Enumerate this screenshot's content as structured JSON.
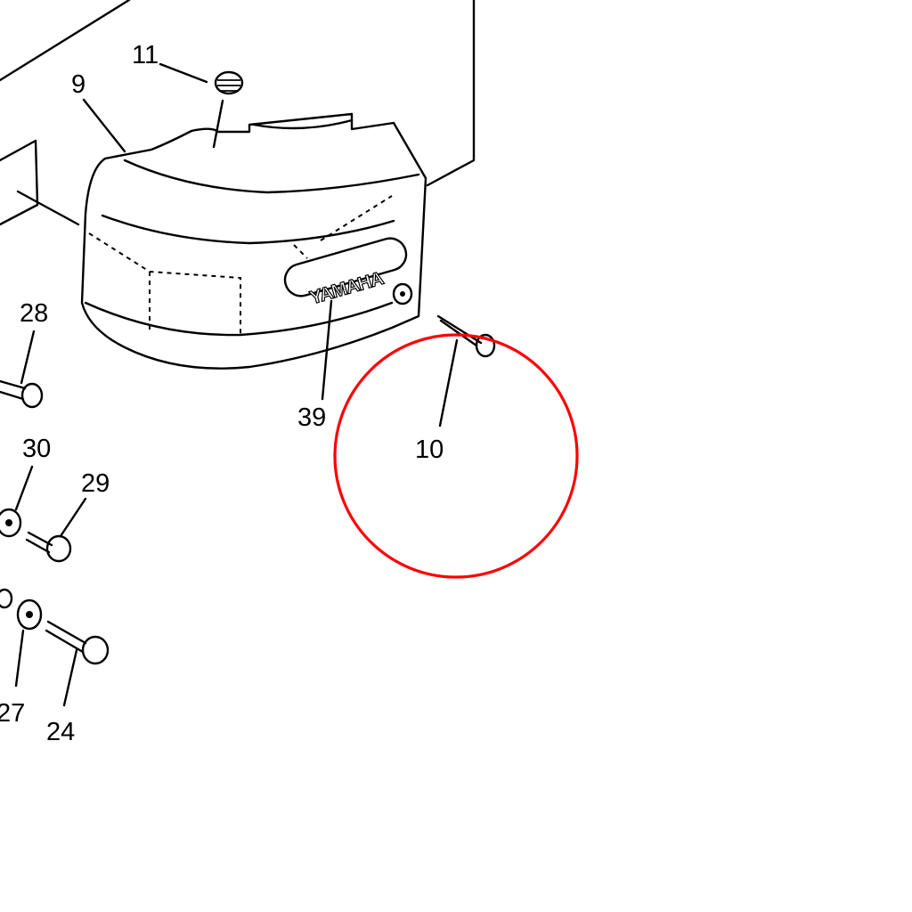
{
  "diagram": {
    "part_labels": {
      "p11": "11",
      "p9": "9",
      "p28": "28",
      "p39": "39",
      "p10": "10",
      "p30": "30",
      "p29": "29",
      "p27": "27",
      "p24": "24"
    },
    "logo_text": "YAMAHA",
    "highlight_color": "#ff0000",
    "highlighted_part": "10"
  }
}
